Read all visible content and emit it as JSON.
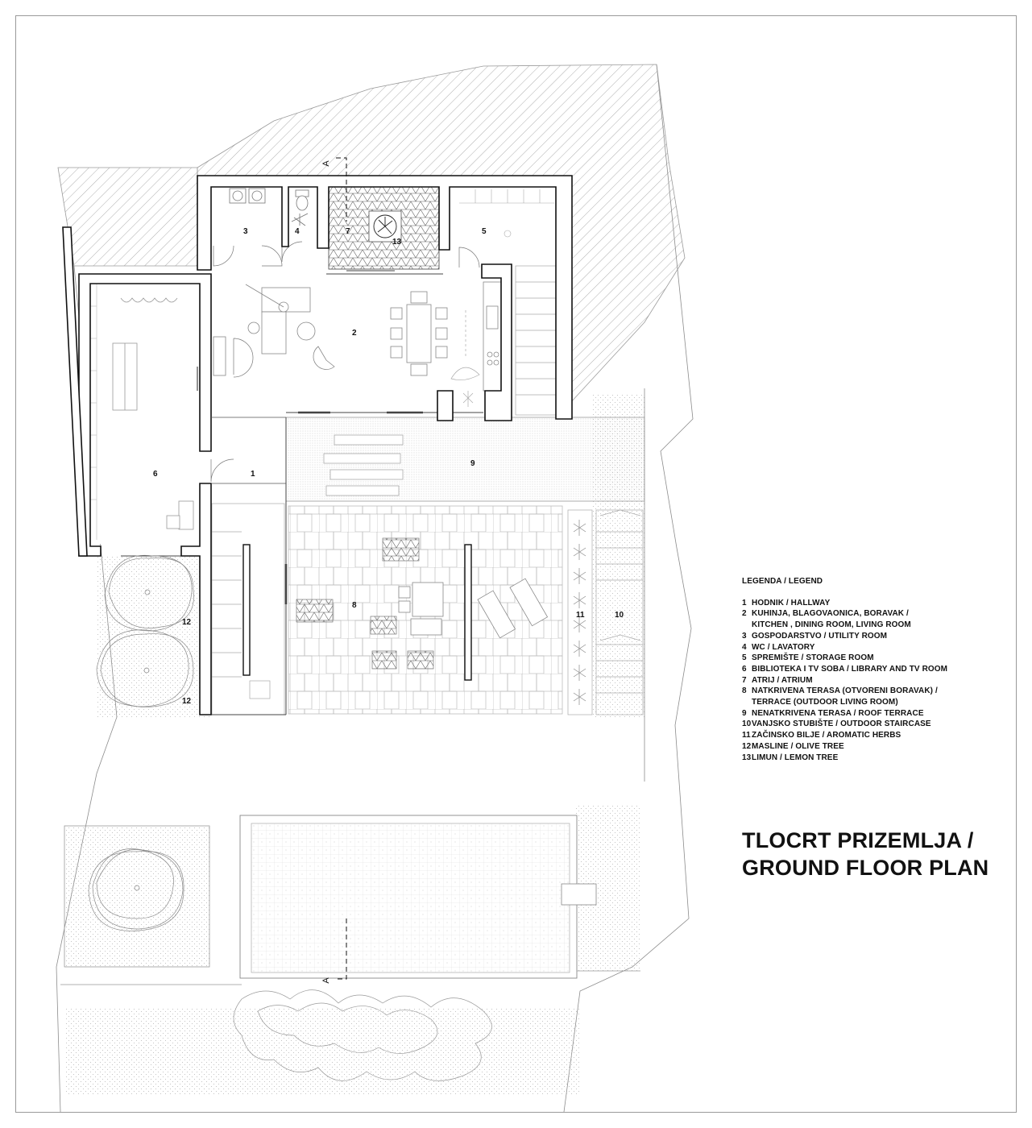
{
  "drawing": {
    "title": [
      "TLOCRT PRIZEMLJA /",
      "GROUND FLOOR PLAN"
    ],
    "section_marker": "A",
    "room_labels": {
      "r1": "1",
      "r2": "2",
      "r3": "3",
      "r4": "4",
      "r5": "5",
      "r6": "6",
      "r7": "7",
      "r8": "8",
      "r9": "9",
      "r10": "10",
      "r11": "11",
      "r12a": "12",
      "r12b": "12",
      "r13": "13"
    }
  },
  "legend": {
    "title": "LEGENDA / LEGEND",
    "items": [
      {
        "num": "1",
        "lines": [
          "HODNIK / HALLWAY"
        ]
      },
      {
        "num": "2",
        "lines": [
          "KUHINJA, BLAGOVAONICA, BORAVAK /",
          "KITCHEN , DINING ROOM, LIVING ROOM"
        ]
      },
      {
        "num": "3",
        "lines": [
          "GOSPODARSTVO / UTILITY ROOM"
        ]
      },
      {
        "num": "4",
        "lines": [
          "WC / LAVATORY"
        ]
      },
      {
        "num": "5",
        "lines": [
          "SPREMIŠTE / STORAGE ROOM"
        ]
      },
      {
        "num": "6",
        "lines": [
          "BIBLIOTEKA I TV SOBA / LIBRARY AND TV ROOM"
        ]
      },
      {
        "num": "7",
        "lines": [
          "ATRIJ / ATRIUM"
        ]
      },
      {
        "num": "8",
        "lines": [
          "NATKRIVENA TERASA (OTVORENI BORAVAK) /",
          "TERRACE (OUTDOOR LIVING ROOM)"
        ]
      },
      {
        "num": "9",
        "lines": [
          "NENATKRIVENA TERASA / ROOF TERRACE"
        ]
      },
      {
        "num": "10",
        "lines": [
          "VANJSKO STUBIŠTE / OUTDOOR STAIRCASE"
        ]
      },
      {
        "num": "11",
        "lines": [
          "ZAČINSKO BILJE / AROMATIC HERBS"
        ]
      },
      {
        "num": "12",
        "lines": [
          "MASLINE / OLIVE TREE"
        ]
      },
      {
        "num": "13",
        "lines": [
          "LIMUN / LEMON TREE"
        ]
      }
    ]
  }
}
